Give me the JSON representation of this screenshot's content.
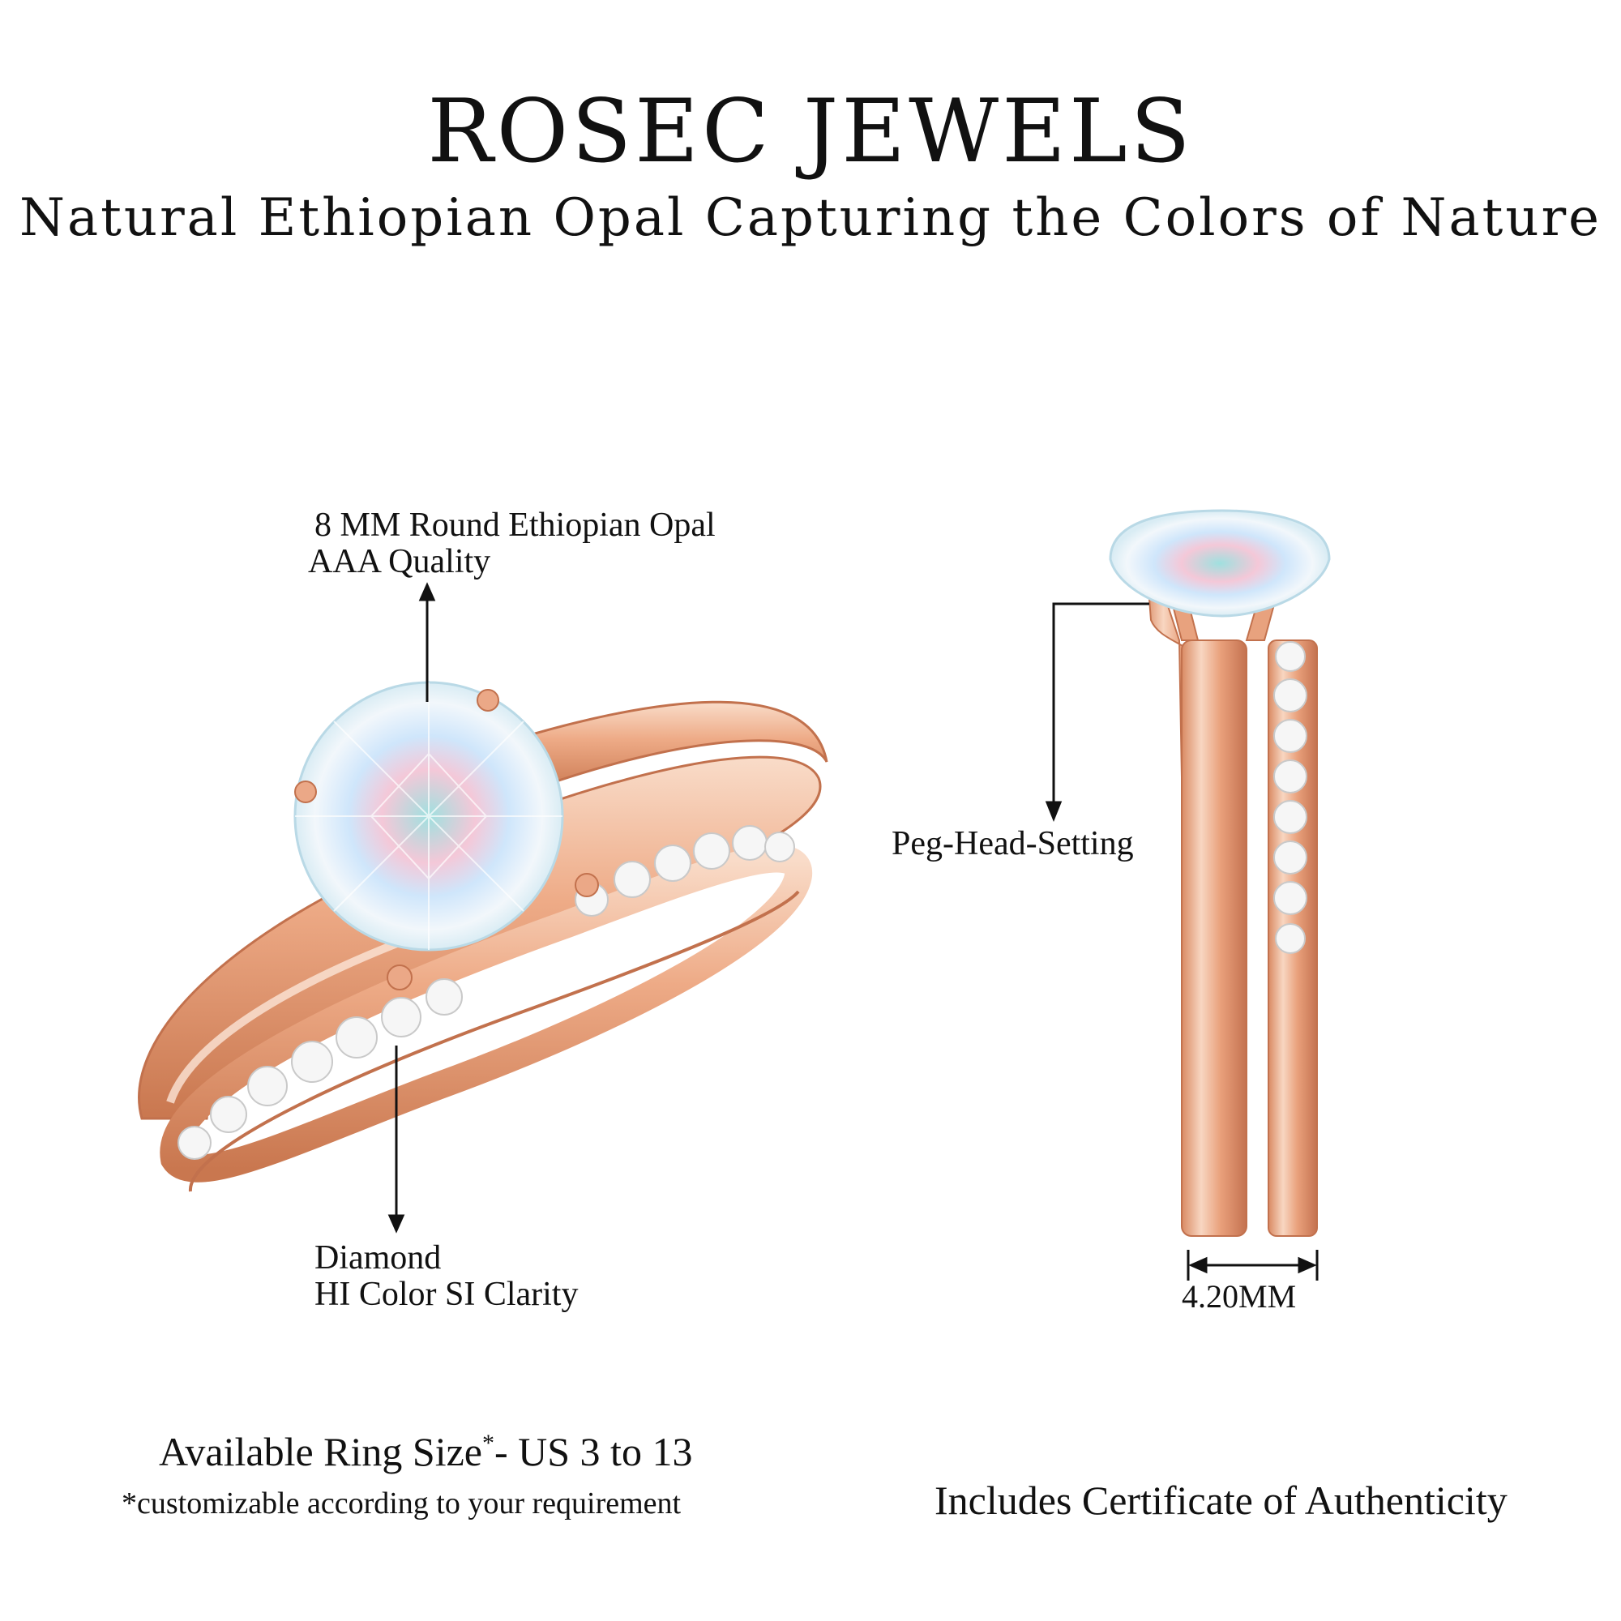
{
  "header": {
    "brand": "ROSEC JEWELS",
    "subtitle": "Natural Ethiopian Opal Capturing the Colors of Nature"
  },
  "callouts": {
    "opal_line1": "8 MM Round Ethiopian Opal",
    "opal_line2": "AAA Quality",
    "diamond_line1": "Diamond",
    "diamond_line2": "HI Color SI Clarity",
    "setting": "Peg-Head-Setting",
    "band_width": "4.20MM"
  },
  "footer": {
    "size_label": "Available Ring Size",
    "size_asterisk": "*",
    "size_range": "- US 3 to 13",
    "size_note": "*customizable according to your requirement",
    "certificate": "Includes Certificate of Authenticity"
  },
  "colors": {
    "metal": "#e8a27e",
    "metal_dark": "#c77a55",
    "metal_light": "#f7d2bd",
    "opal_base": "#e4f3f8",
    "diamond": "#f4f4f4",
    "text": "#111111"
  },
  "icons": {
    "arrow": "arrow-icon"
  }
}
